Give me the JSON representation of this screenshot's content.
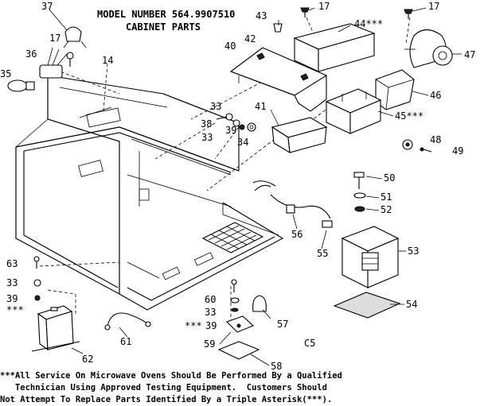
{
  "title": {
    "line1": "MODEL NUMBER 564.9907510",
    "line2": "CABINET PARTS"
  },
  "parts": {
    "p14": "14",
    "p17a": "17",
    "p17b": "17",
    "p17c": "17",
    "p33a": "33",
    "p33b": "33",
    "p33c": "33",
    "p33d": "33",
    "p34": "34",
    "p35": "35",
    "p36": "36",
    "p37": "37",
    "p38": "38",
    "p39a": "39",
    "p39b": "39",
    "p39c": "39",
    "p40": "40",
    "p41": "41",
    "p42": "42",
    "p43": "43",
    "p44": "44***",
    "p45": "45***",
    "p46": "46",
    "p47": "47",
    "p48": "48",
    "p49": "49",
    "p50": "50",
    "p51": "51",
    "p52": "52",
    "p53": "53",
    "p54": "54",
    "p55": "55",
    "p56": "56",
    "p57": "57",
    "p58": "58",
    "p59": "59",
    "p60": "60",
    "p61": "61",
    "p62": "62",
    "p63": "63",
    "star39": "***",
    "starLeft": "***"
  },
  "code": "C5",
  "notice": {
    "line1": "***All Service On Microwave Ovens Should Be Performed By a Qualified",
    "line2": "   Technician Using Approved Testing Equipment.  Customers Should",
    "line3": "Not Attempt To Replace Parts Identified By a Triple Asterisk(***)."
  }
}
